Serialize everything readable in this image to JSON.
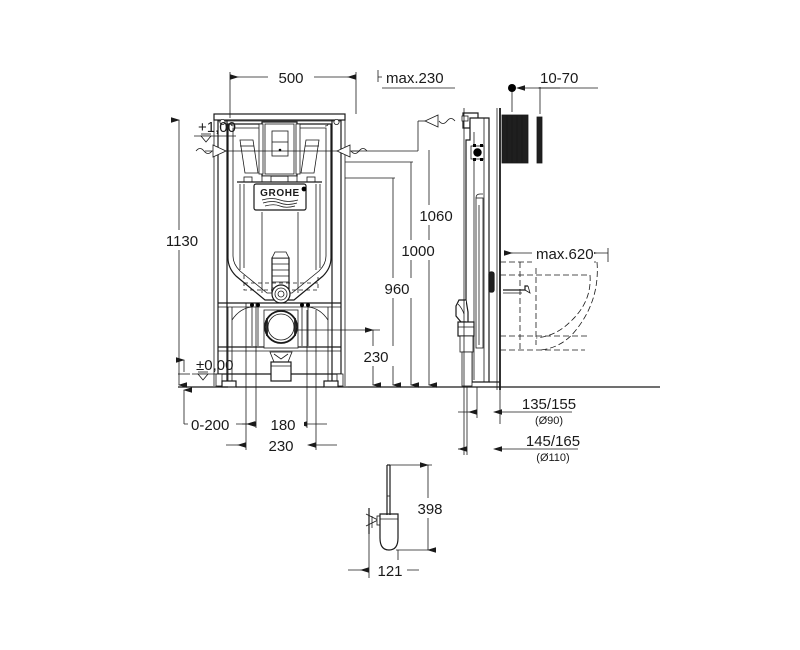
{
  "drawing": {
    "title": "GROHE Rapid SL WC installation frame technical dimension drawing",
    "units": "mm",
    "brand_logo_text": "GROHE",
    "line_color": "#1a1a1a",
    "background_color": "#ffffff",
    "accent_dark": "#1f1f1f"
  },
  "front_view": {
    "name": "frame-front-elevation",
    "dimensions": {
      "width_top": "500",
      "height_total": "1130",
      "level_upper": "+1,00",
      "level_floor": "±0,00",
      "floor_adjust": "0-200",
      "outlet_offset_180": "180",
      "outlet_offset_230": "230"
    }
  },
  "section_view": {
    "name": "frame-section-dimensions",
    "dimensions": {
      "wall_offset_max": "max.230",
      "height_1060": "1060",
      "height_1000": "1000",
      "height_960": "960",
      "height_230": "230"
    }
  },
  "side_view": {
    "name": "frame-side-elevation",
    "dimensions": {
      "plate_depth": "10-70",
      "bowl_projection_max": "max.620",
      "waste_90_main": "135/155",
      "waste_90_note": "(Ø90)",
      "waste_110_main": "145/165",
      "waste_110_note": "(Ø110)"
    }
  },
  "brush_detail": {
    "name": "toilet-brush-holder-detail",
    "dimensions": {
      "height_398": "398",
      "width_121": "121"
    }
  }
}
